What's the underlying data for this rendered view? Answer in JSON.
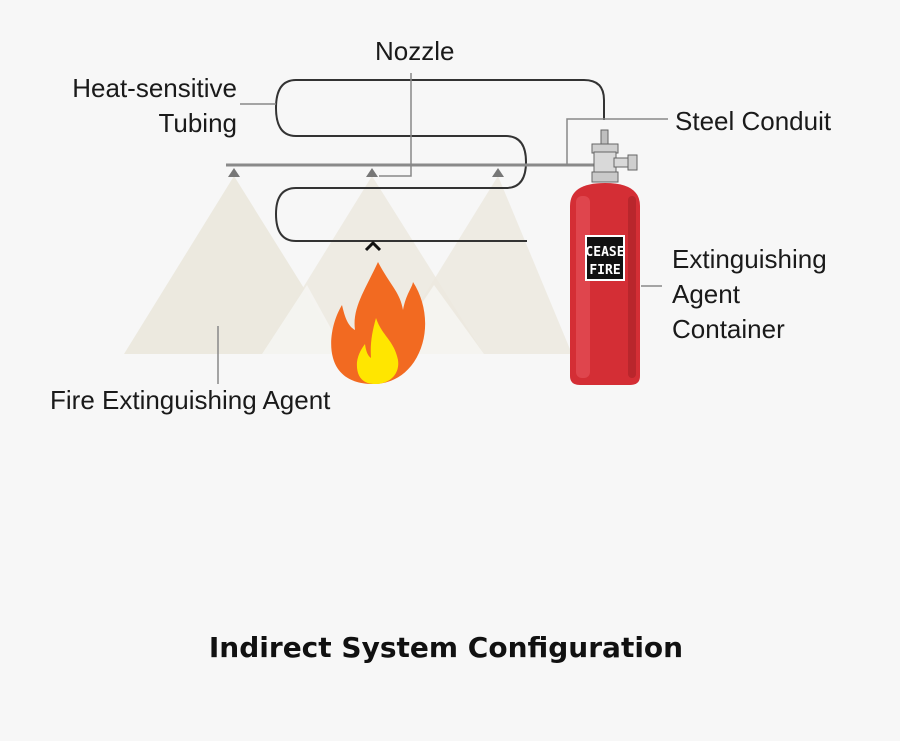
{
  "diagram": {
    "labels": {
      "nozzle": "Nozzle",
      "tubing_line1": "Heat-sensitive",
      "tubing_line2": "Tubing",
      "conduit": "Steel Conduit",
      "container_line1": "Extinguishing",
      "container_line2": "Agent",
      "container_line3": "Container",
      "agent": "Fire Extinguishing Agent"
    },
    "cylinder_badge": {
      "line1": "CEASE",
      "line2": "FIRE"
    },
    "caption": "Indirect System Configuration",
    "colors": {
      "background": "#f7f7f7",
      "spray": "#ece9df",
      "cylinder": "#d42e35",
      "tubing": "#333333",
      "pipe": "#8a8a8a",
      "leader": "#888888",
      "flame_outer": "#f26a21",
      "flame_inner": "#ffe600"
    }
  }
}
